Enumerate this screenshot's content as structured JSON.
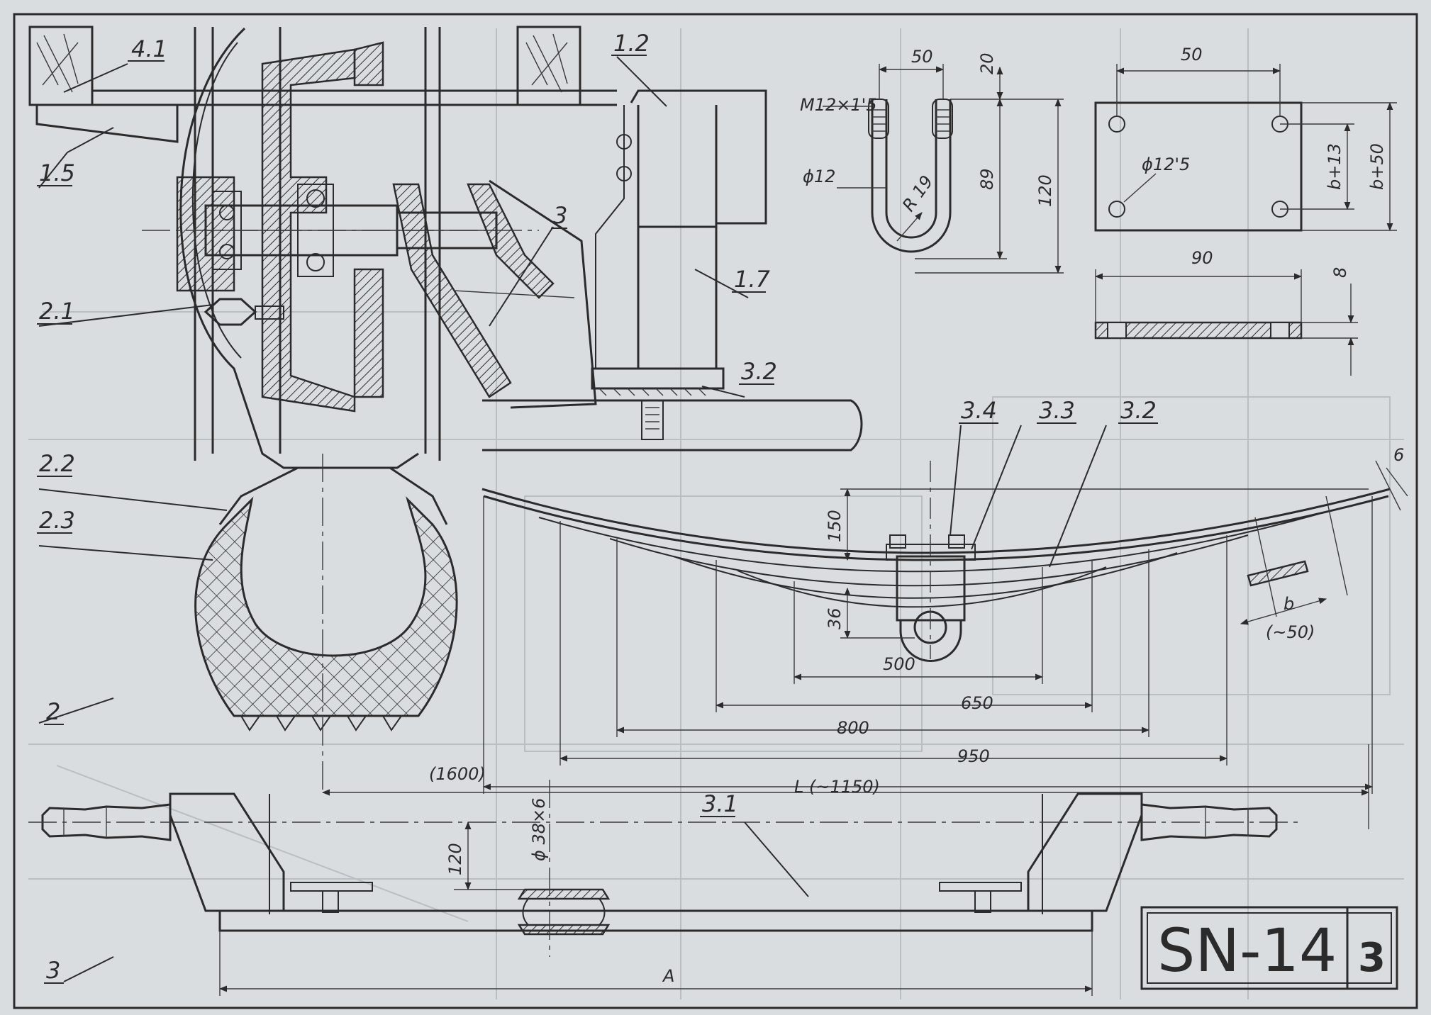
{
  "sheet": {
    "title_block": {
      "code": "SN-14",
      "page": "3"
    },
    "colors": {
      "paper": "#d9dde0",
      "ink": "#2b2b2b",
      "ghost_lines": "#b9bec2"
    }
  },
  "part_labels": {
    "p41": "4.1",
    "p12": "1.2",
    "p15": "1.5",
    "p3_top": "3",
    "p17": "1.7",
    "p21": "2.1",
    "p32_top": "3.2",
    "p22": "2.2",
    "p23": "2.3",
    "p2": "2",
    "p34": "3.4",
    "p33": "3.3",
    "p32_spring": "3.2",
    "p31": "3.1",
    "p3_bottom": "3"
  },
  "ubolt": {
    "thread": "M12×1'5",
    "width": "50",
    "thread_len": "20",
    "dia": "ϕ12",
    "radius": "R 19",
    "len_inner": "89",
    "len_total": "120"
  },
  "plate": {
    "width_top": "50",
    "hole_dia": "ϕ12'5",
    "spacing_inner": "b+13",
    "spacing_outer": "b+50",
    "length": "90",
    "thickness": "8"
  },
  "spring": {
    "camber": "150",
    "eye": "36",
    "len_500": "500",
    "len_650": "650",
    "len_800": "800",
    "len_950": "950",
    "total_len": "L (~1150)",
    "leaf_thickness": "6",
    "leaf_width": "b",
    "leaf_width_approx": "(~50)"
  },
  "axle": {
    "track": "(1600)",
    "tube_dia": "ϕ 38×6",
    "height": "120",
    "overall": "A"
  }
}
